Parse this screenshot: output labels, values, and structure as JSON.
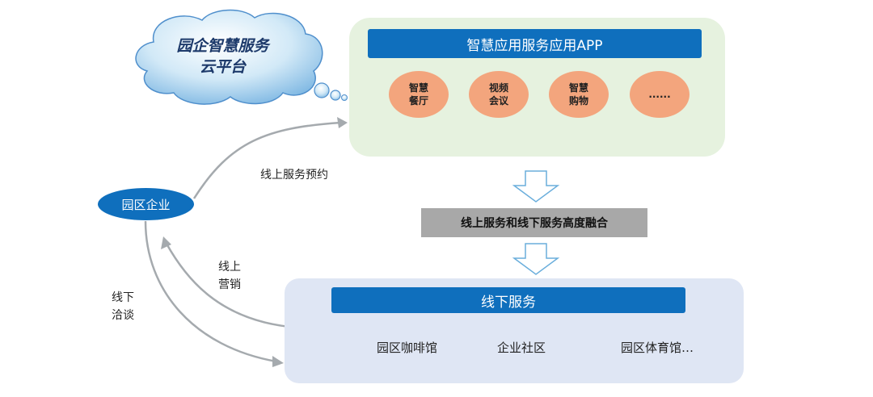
{
  "cloud": {
    "title": "园企智慧服务\n云平台"
  },
  "online_app": {
    "header": "智慧应用服务应用APP",
    "items": [
      "智慧\n餐厅",
      "视频\n会议",
      "智慧\n购物",
      "......"
    ]
  },
  "fusion_label": "线上服务和线下服务高度融合",
  "offline": {
    "header": "线下服务",
    "items": [
      "园区咖啡馆",
      "企业社区",
      "园区体育馆…"
    ]
  },
  "enterprise": "园区企业",
  "edge_labels": {
    "online_booking": "线上服务预约",
    "online_marketing": "线上\n营销",
    "offline_negotiation": "线下\n洽谈"
  },
  "colors": {
    "primary_blue": "#0f6fbd",
    "circle_orange": "#f3a57d",
    "top_panel": "#e6f2df",
    "bottom_panel": "#dfe6f4"
  }
}
